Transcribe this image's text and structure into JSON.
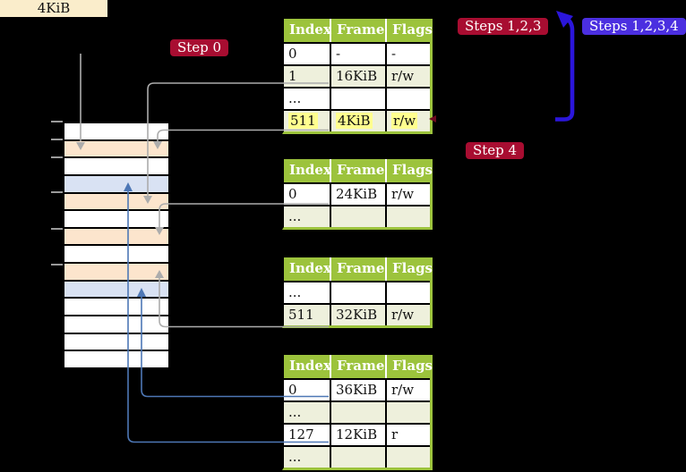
{
  "annotations": {
    "page_size_label": "4KiB",
    "step0": "Step 0",
    "steps123": "Steps 1,2,3",
    "steps1234": "Steps 1,2,3,4",
    "step4": "Step 4"
  },
  "table_headers": [
    "Index",
    "Frame",
    "Flags"
  ],
  "tables": {
    "level4": {
      "rows": [
        [
          "0",
          "-",
          "-"
        ],
        [
          "1",
          "16KiB",
          "r/w"
        ],
        [
          "...",
          "",
          ""
        ],
        [
          "511",
          "4KiB",
          "r/w"
        ]
      ]
    },
    "level3": {
      "rows": [
        [
          "0",
          "24KiB",
          "r/w"
        ],
        [
          "...",
          "",
          ""
        ]
      ]
    },
    "level2": {
      "rows": [
        [
          "...",
          "",
          ""
        ],
        [
          "511",
          "32KiB",
          "r/w"
        ]
      ]
    },
    "level1": {
      "rows": [
        [
          "0",
          "36KiB",
          "r/w"
        ],
        [
          "...",
          "",
          ""
        ],
        [
          "127",
          "12KiB",
          "r"
        ],
        [
          "...",
          "",
          ""
        ]
      ]
    }
  },
  "memory_column": {
    "row_colors": [
      "white",
      "peach",
      "white",
      "blue",
      "peach",
      "white",
      "peach",
      "white",
      "peach",
      "blue",
      "white",
      "white",
      "white",
      "white"
    ]
  },
  "colors": {
    "background": "#000000",
    "badge_red": "#a80d31",
    "badge_blue": "#4b2fe0",
    "big_arrow_blue": "#2b16db",
    "connector_gray": "#acacac",
    "connector_blue": "#4d77b5",
    "table_header_green": "#9cc33c",
    "table_alt_row": "#eef0dc",
    "highlight_yellow": "#fffe8f",
    "memory_peach": "#fce5cd",
    "memory_blue": "#d9e2f3",
    "page_size_label_bg": "#faedcb"
  }
}
